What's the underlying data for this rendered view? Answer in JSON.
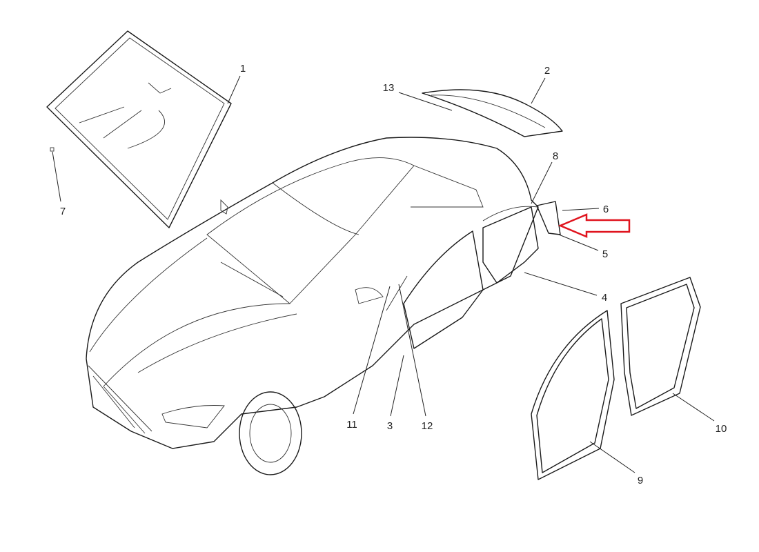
{
  "diagram": {
    "highlight_color": "#e0141e",
    "callouts": [
      "1",
      "2",
      "3",
      "4",
      "5",
      "6",
      "7",
      "8",
      "9",
      "10",
      "11",
      "12",
      "13"
    ]
  }
}
